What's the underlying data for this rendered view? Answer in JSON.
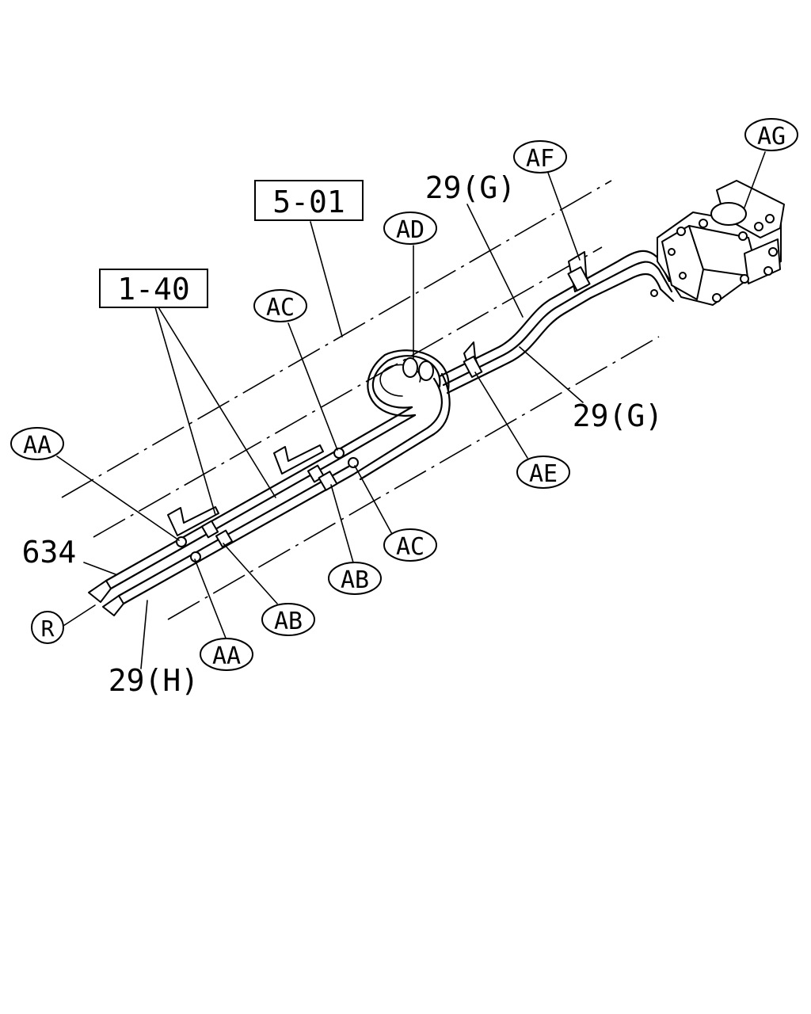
{
  "callouts": {
    "aa_upper": "AA",
    "aa_lower": "AA",
    "ab_left": "AB",
    "ab_right": "AB",
    "ac_upper": "AC",
    "ac_lower": "AC",
    "ad": "AD",
    "ae": "AE",
    "af": "AF",
    "ag": "AG",
    "r": "R"
  },
  "ref_boxes": {
    "ref_5_01": "5-01",
    "ref_1_40": "1-40"
  },
  "part_numbers": {
    "p_29g_top": "29(G)",
    "p_29g_right": "29(G)",
    "p_29h": "29(H)",
    "p_634": "634"
  }
}
